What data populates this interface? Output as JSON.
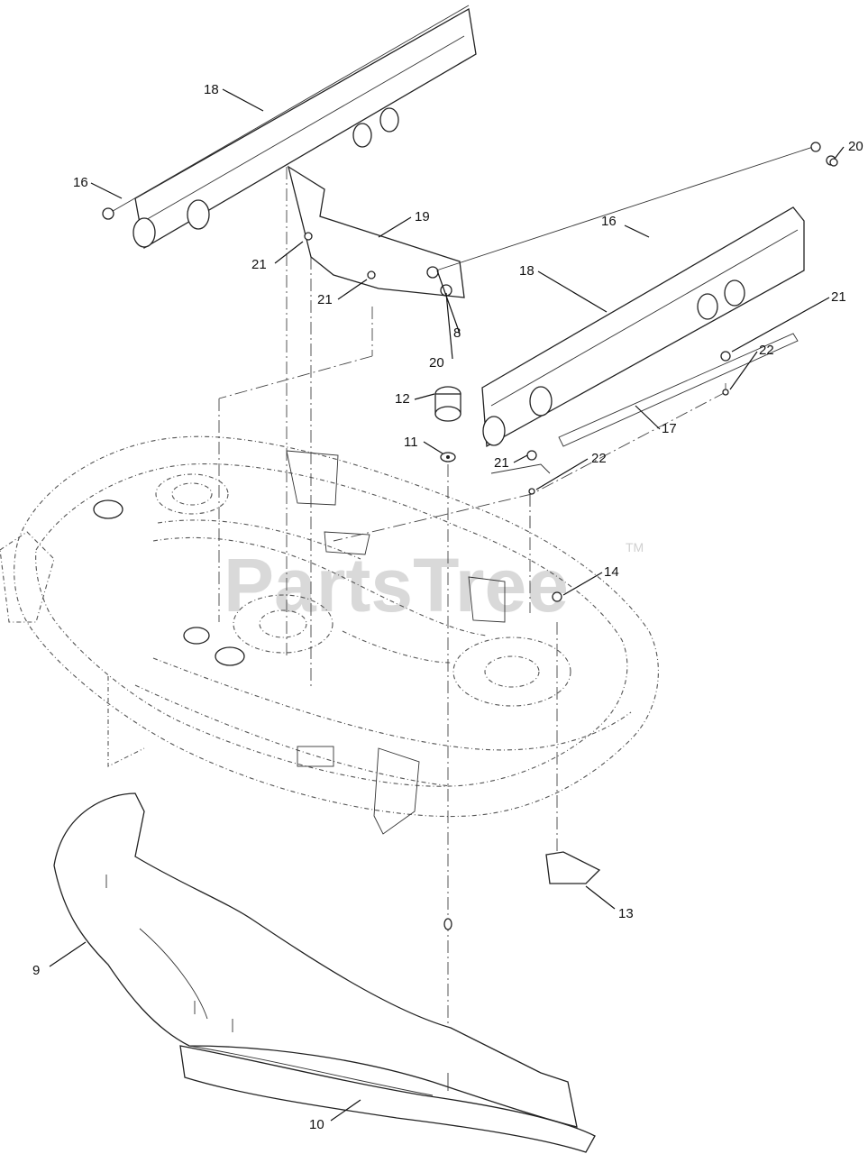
{
  "watermark": {
    "text": "PartsTree",
    "tm": "TM"
  },
  "callouts": [
    {
      "id": "c18a",
      "label": "18"
    },
    {
      "id": "c16a",
      "label": "16"
    },
    {
      "id": "c19",
      "label": "19"
    },
    {
      "id": "c21a",
      "label": "21"
    },
    {
      "id": "c21b",
      "label": "21"
    },
    {
      "id": "c20a",
      "label": "20"
    },
    {
      "id": "c16b",
      "label": "16"
    },
    {
      "id": "c18b",
      "label": "18"
    },
    {
      "id": "c21c",
      "label": "21"
    },
    {
      "id": "c8",
      "label": "8"
    },
    {
      "id": "c20b",
      "label": "20"
    },
    {
      "id": "c22a",
      "label": "22"
    },
    {
      "id": "c12",
      "label": "12"
    },
    {
      "id": "c17",
      "label": "17"
    },
    {
      "id": "c11",
      "label": "11"
    },
    {
      "id": "c21d",
      "label": "21"
    },
    {
      "id": "c22b",
      "label": "22"
    },
    {
      "id": "c14",
      "label": "14"
    },
    {
      "id": "c13",
      "label": "13"
    },
    {
      "id": "c9",
      "label": "9"
    },
    {
      "id": "c10",
      "label": "10"
    }
  ]
}
